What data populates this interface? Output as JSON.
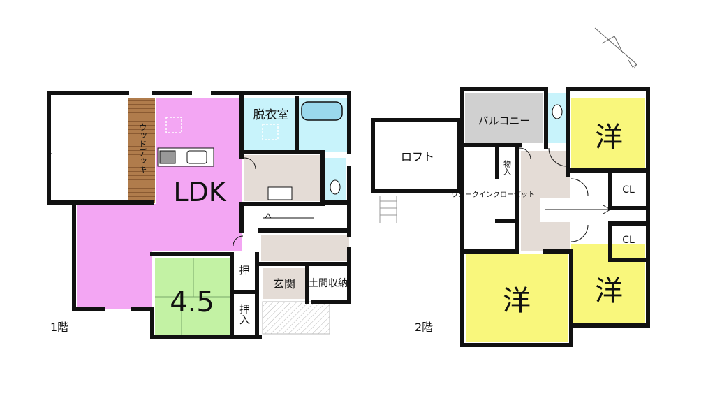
{
  "floor1": {
    "label": "1階",
    "rooms": {
      "ldk": "LDK",
      "tatami": "4.5",
      "dressing": "脱衣室",
      "deck": "ウッドデッキ",
      "entrance": "玄関",
      "oshi1": "押",
      "oshi2": "押入",
      "doma": "土間収納"
    }
  },
  "floor2": {
    "label": "2階",
    "rooms": {
      "loft": "ロフト",
      "balcony": "バルコニー",
      "wic": "ウォークインクローゼット",
      "mono": "物入",
      "western_ne": "洋",
      "western_sw": "洋",
      "western_se": "洋",
      "cl1": "CL",
      "cl2": "CL"
    }
  },
  "colors": {
    "ldk": "#f3a6f3",
    "tatami": "#c3f2a4",
    "western": "#f9f77c",
    "water": "#c8f3fb",
    "stair": "#e4dcd6",
    "deck": "#b07c4c",
    "balcony": "#d0d0d0",
    "wall": "#111111"
  }
}
